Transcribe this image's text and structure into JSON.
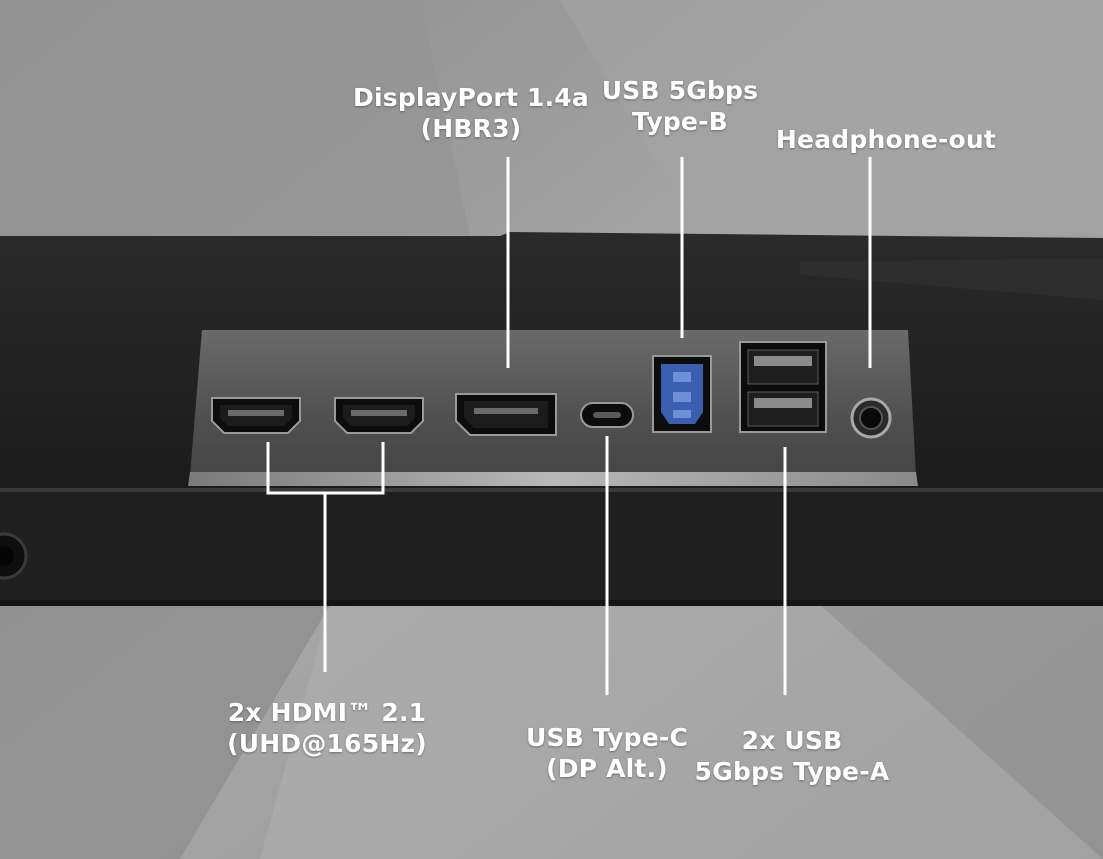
{
  "callouts": {
    "displayport": {
      "line1": "DisplayPort 1.4a",
      "line2": "(HBR3)"
    },
    "usb_b": {
      "line1": "USB 5Gbps",
      "line2": "Type-B"
    },
    "headphone": {
      "line1": "Headphone-out"
    },
    "hdmi": {
      "line1": "2x HDMI™ 2.1",
      "line2": "(UHD@165Hz)"
    },
    "usb_c": {
      "line1": "USB Type-C",
      "line2": "(DP Alt.)"
    },
    "usb_a": {
      "line1": "2x USB",
      "line2": "5Gbps Type-A"
    }
  },
  "colors": {
    "background": "#9a9a9a",
    "bezel": "#232323",
    "port_panel": "#555555",
    "usb_b_blue": "#3a5fb0",
    "label_text": "#ffffff"
  }
}
